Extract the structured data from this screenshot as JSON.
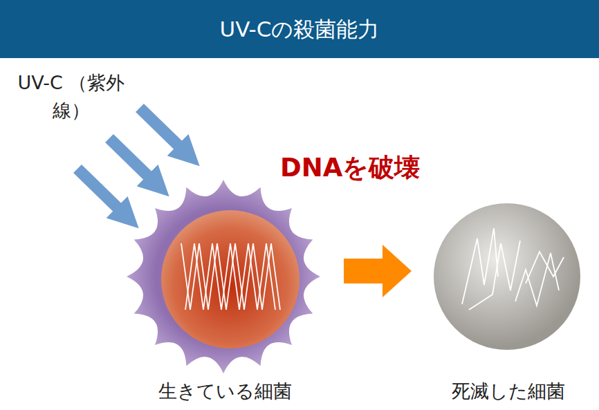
{
  "diagram": {
    "title": "UV-Cの殺菌能力",
    "nodes": [
      {
        "text": [
          "生きている細菌"
        ]
      },
      {
        "text": [
          "死滅した細菌"
        ]
      }
    ],
    "edges": [
      {
        "from": 0,
        "to": 1,
        "arrow": "to"
      }
    ],
    "labels": [
      "UV-C （紫外線）",
      "DNAを破壊"
    ]
  }
}
